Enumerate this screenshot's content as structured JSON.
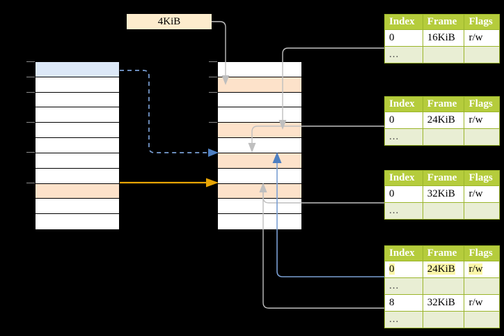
{
  "diagram": {
    "title": "multi-level-page-table-walk",
    "size_label": {
      "text": "4KiB"
    },
    "colors": {
      "table_header": "#b5cc3c",
      "table_border": "#9ab52a",
      "ellipsis_row": "#e9eed4",
      "highlight_yellow": "#fbf6a8",
      "cell_peach": "#fde2ca",
      "cell_blue": "#dce8f7",
      "arrow_gray": "#bfbfbf",
      "arrow_blue": "#7a9fd4",
      "arrow_orange": "#e8a505"
    },
    "columns": [
      {
        "name": "left-memory-column",
        "cells": [
          {
            "fill": "blue"
          },
          {
            "fill": "white"
          },
          {
            "fill": "white"
          },
          {
            "fill": "white"
          },
          {
            "fill": "white"
          },
          {
            "fill": "white"
          },
          {
            "fill": "white"
          },
          {
            "fill": "white"
          },
          {
            "fill": "peach"
          },
          {
            "fill": "white"
          },
          {
            "fill": "white"
          }
        ]
      },
      {
        "name": "middle-memory-column",
        "cells": [
          {
            "fill": "white"
          },
          {
            "fill": "peach"
          },
          {
            "fill": "white"
          },
          {
            "fill": "white"
          },
          {
            "fill": "peach"
          },
          {
            "fill": "white"
          },
          {
            "fill": "peach"
          },
          {
            "fill": "white"
          },
          {
            "fill": "peach"
          },
          {
            "fill": "white"
          },
          {
            "fill": "white"
          }
        ]
      }
    ],
    "tables": [
      {
        "name": "page-table-1",
        "headers": [
          "Index",
          "Frame",
          "Flags"
        ],
        "rows": [
          {
            "type": "data",
            "cells": [
              "0",
              "16KiB",
              "r/w"
            ],
            "highlight": false
          },
          {
            "type": "ellipsis",
            "cells": [
              "...",
              "",
              ""
            ],
            "highlight": false
          }
        ]
      },
      {
        "name": "page-table-2",
        "headers": [
          "Index",
          "Frame",
          "Flags"
        ],
        "rows": [
          {
            "type": "data",
            "cells": [
              "0",
              "24KiB",
              "r/w"
            ],
            "highlight": false
          },
          {
            "type": "ellipsis",
            "cells": [
              "...",
              "",
              ""
            ],
            "highlight": false
          }
        ]
      },
      {
        "name": "page-table-3",
        "headers": [
          "Index",
          "Frame",
          "Flags"
        ],
        "rows": [
          {
            "type": "data",
            "cells": [
              "0",
              "32KiB",
              "r/w"
            ],
            "highlight": false
          },
          {
            "type": "ellipsis",
            "cells": [
              "...",
              "",
              ""
            ],
            "highlight": false
          }
        ]
      },
      {
        "name": "page-table-4",
        "headers": [
          "Index",
          "Frame",
          "Flags"
        ],
        "rows": [
          {
            "type": "data",
            "cells": [
              "0",
              "24KiB",
              "r/w"
            ],
            "highlight": true
          },
          {
            "type": "ellipsis",
            "cells": [
              "...",
              "",
              ""
            ],
            "highlight": false
          },
          {
            "type": "data",
            "cells": [
              "8",
              "32KiB",
              "r/w"
            ],
            "highlight": false
          },
          {
            "type": "ellipsis",
            "cells": [
              "...",
              "",
              ""
            ],
            "highlight": false
          }
        ]
      }
    ]
  }
}
